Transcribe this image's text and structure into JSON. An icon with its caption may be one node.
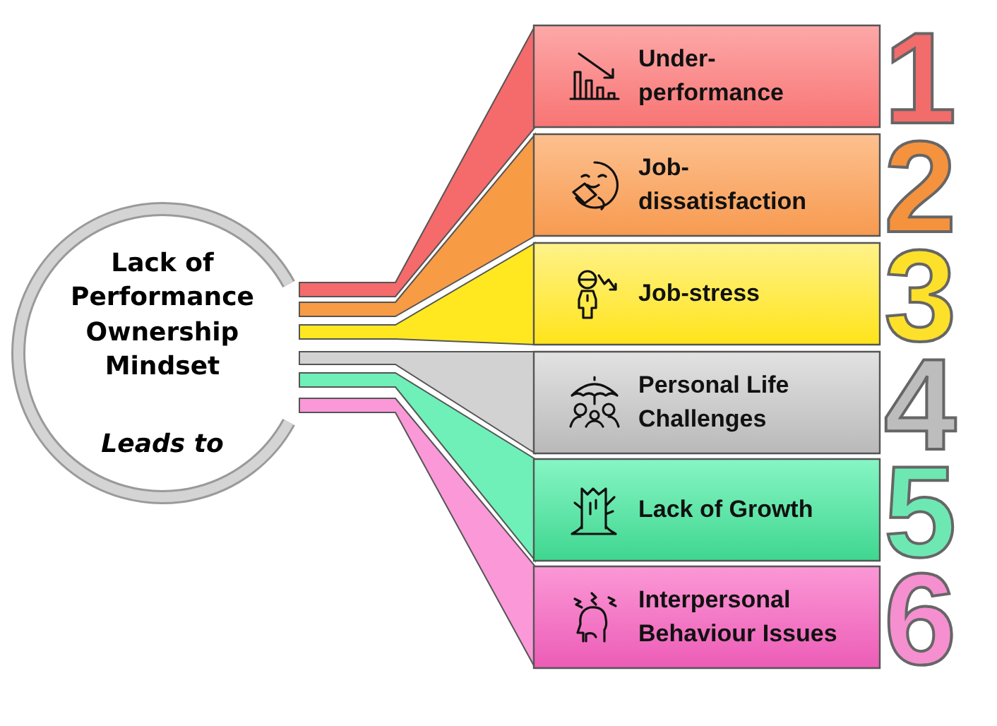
{
  "diagram": {
    "nodes": [
      {
        "text": [
          "Lack of Performance Ownership Mindset",
          "Leads to"
        ]
      },
      {
        "text": [
          "Under-performance"
        ],
        "beside": [
          "1"
        ]
      },
      {
        "text": [
          "Job-dissatisfaction"
        ],
        "beside": [
          "2"
        ]
      },
      {
        "text": [
          "Job-stress"
        ],
        "beside": [
          "3"
        ]
      },
      {
        "text": [
          "Personal Life Challenges"
        ],
        "beside": [
          "4"
        ]
      },
      {
        "text": [
          "Lack of Growth"
        ],
        "beside": [
          "5"
        ]
      },
      {
        "text": [
          "Interpersonal Behaviour Issues"
        ],
        "beside": [
          "6"
        ]
      }
    ],
    "edges": [
      {
        "from": 0,
        "to": 1,
        "arrow": "none",
        "style": "thick",
        "color": "#f56a6a"
      },
      {
        "from": 0,
        "to": 2,
        "arrow": "none",
        "style": "thick",
        "color": "#f79b45"
      },
      {
        "from": 0,
        "to": 3,
        "arrow": "none",
        "style": "thick",
        "color": "#ffe820"
      },
      {
        "from": 0,
        "to": 4,
        "arrow": "none",
        "style": "thick",
        "color": "#d2d2d2"
      },
      {
        "from": 0,
        "to": 5,
        "arrow": "none",
        "style": "thick",
        "color": "#6ef0b8"
      },
      {
        "from": 0,
        "to": 6,
        "arrow": "none",
        "style": "thick",
        "color": "#fb98d8"
      }
    ]
  }
}
